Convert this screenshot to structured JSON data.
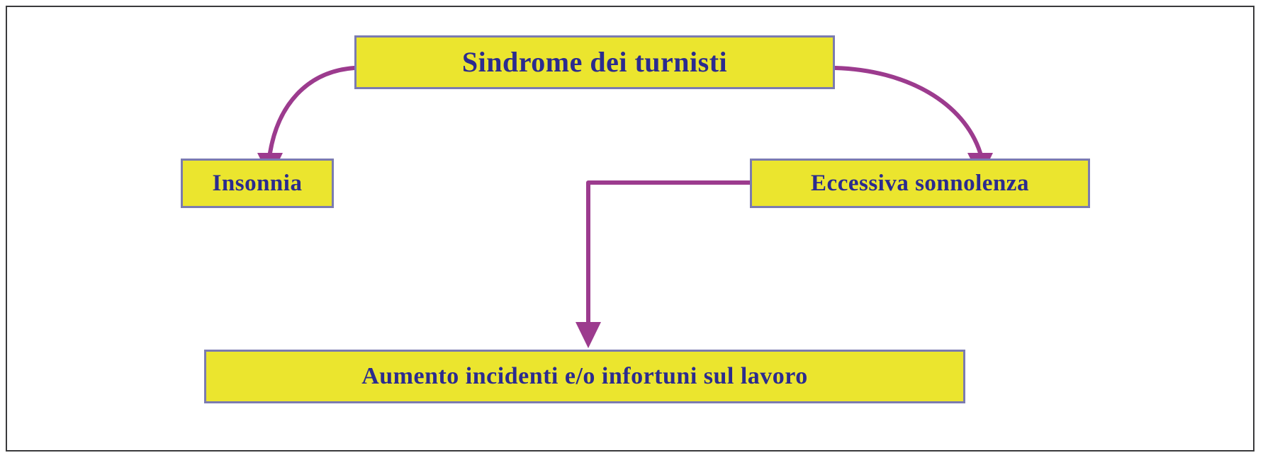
{
  "diagram": {
    "title": "Sindrome dei turnisti",
    "language": "it",
    "type": "flowchart",
    "frame": {
      "border_color": "#3a3a3c",
      "background": "#ffffff"
    },
    "style": {
      "node_fill": "#ebe52e",
      "node_border": "#7b7bb0",
      "node_text_color": "#2b2b8f",
      "connector_color": "#9c3b8e"
    },
    "nodes": [
      {
        "id": "sindrome",
        "label": "Sindrome dei turnisti",
        "role": "root"
      },
      {
        "id": "insonnia",
        "label": "Insonnia",
        "role": "effect"
      },
      {
        "id": "sonnolenza",
        "label": "Eccessiva sonnolenza",
        "role": "effect"
      },
      {
        "id": "incidenti",
        "label": "Aumento incidenti e/o infortuni sul lavoro",
        "role": "consequence"
      }
    ],
    "edges": [
      {
        "id": "edge-sindrome-insonnia",
        "from": "sindrome",
        "to": "insonnia",
        "shape": "curved",
        "arrowhead": "filled-triangle"
      },
      {
        "id": "edge-sindrome-sonnolenza",
        "from": "sindrome",
        "to": "sonnolenza",
        "shape": "curved",
        "arrowhead": "filled-triangle"
      },
      {
        "id": "edge-sonnolenza-incidenti",
        "from": "sonnolenza",
        "to": "incidenti",
        "shape": "elbow",
        "arrowhead": "filled-triangle"
      }
    ]
  }
}
